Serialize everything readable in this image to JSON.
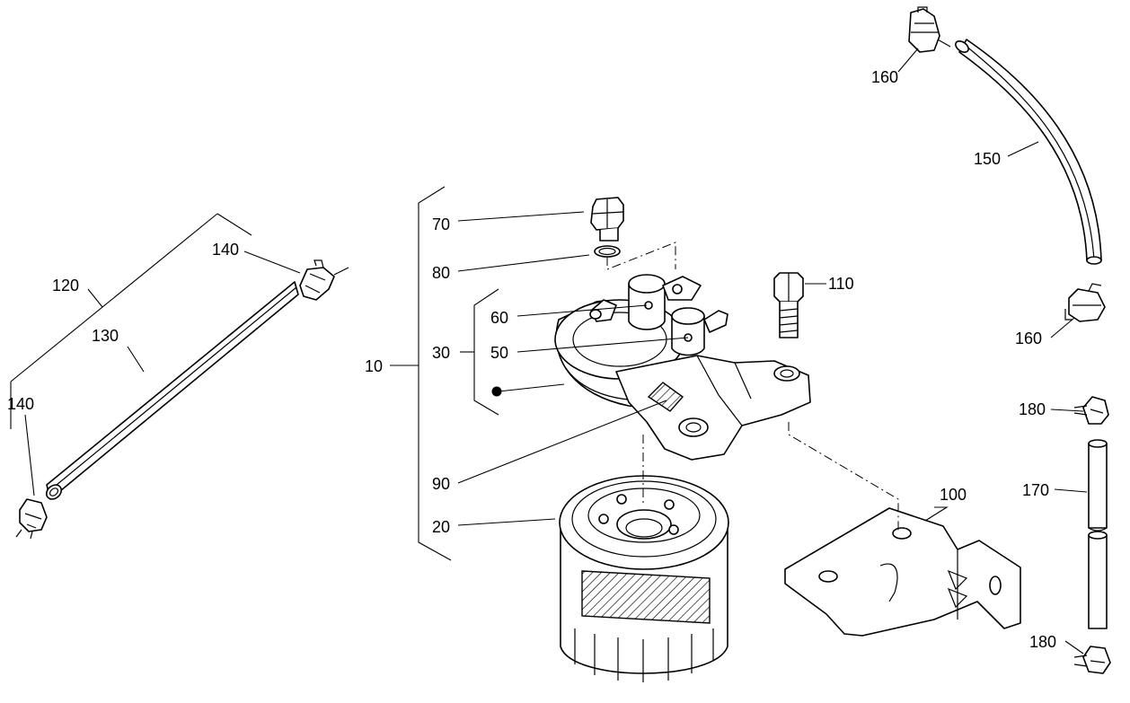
{
  "labels": {
    "c10": "10",
    "c20": "20",
    "c30": "30",
    "c50": "50",
    "c60": "60",
    "c70": "70",
    "c80": "80",
    "c90": "90",
    "c100": "100",
    "c110": "110",
    "c120": "120",
    "c130": "130",
    "c140a": "140",
    "c140b": "140",
    "c150": "150",
    "c160a": "160",
    "c160b": "160",
    "c170": "170",
    "c180a": "180",
    "c180b": "180"
  }
}
